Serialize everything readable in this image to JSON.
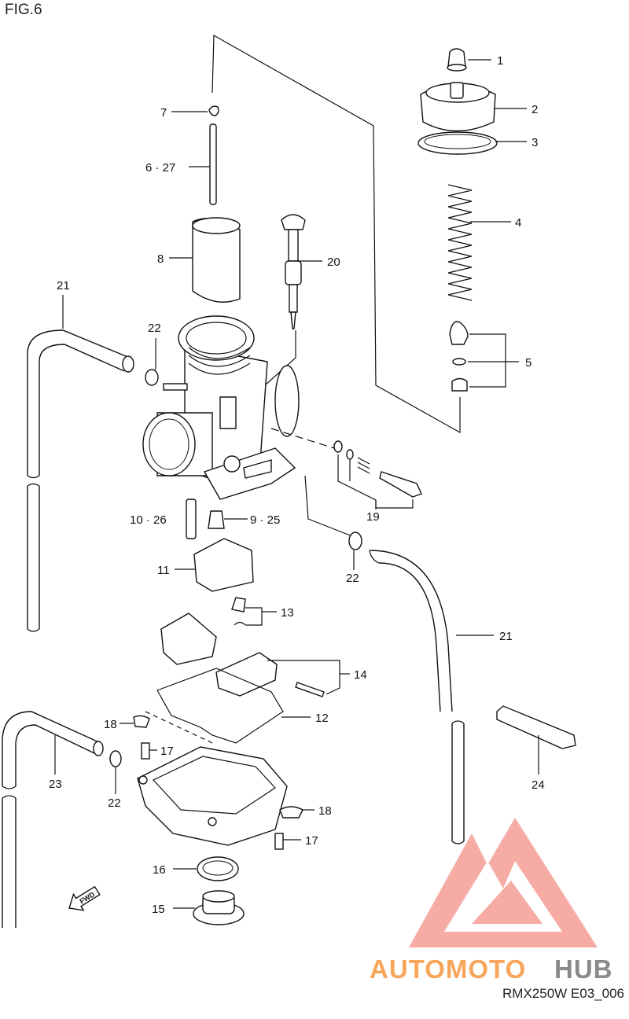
{
  "figure": {
    "title": "FIG.6",
    "drawing_code": "RMX250W E03_006"
  },
  "watermark": {
    "brand_part1": "AUTOMOTO",
    "brand_part2": "HUB",
    "color_light": "#f7a55a",
    "color_dark": "#8a8a8a",
    "logo_color": "#f2857a"
  },
  "direction_arrow": {
    "label": "FWD"
  },
  "callouts": {
    "c1": "1",
    "c2": "2",
    "c3": "3",
    "c4": "4",
    "c5": "5",
    "c6_27": "6 · 27",
    "c7": "7",
    "c8": "8",
    "c9_25": "9 · 25",
    "c10_26": "10 · 26",
    "c11": "11",
    "c12": "12",
    "c13": "13",
    "c14": "14",
    "c15": "15",
    "c16": "16",
    "c17a": "17",
    "c17b": "17",
    "c18a": "18",
    "c18b": "18",
    "c19": "19",
    "c20": "20",
    "c21a": "21",
    "c21b": "21",
    "c22a": "22",
    "c22b": "22",
    "c22c": "22",
    "c23": "23",
    "c24": "24"
  }
}
